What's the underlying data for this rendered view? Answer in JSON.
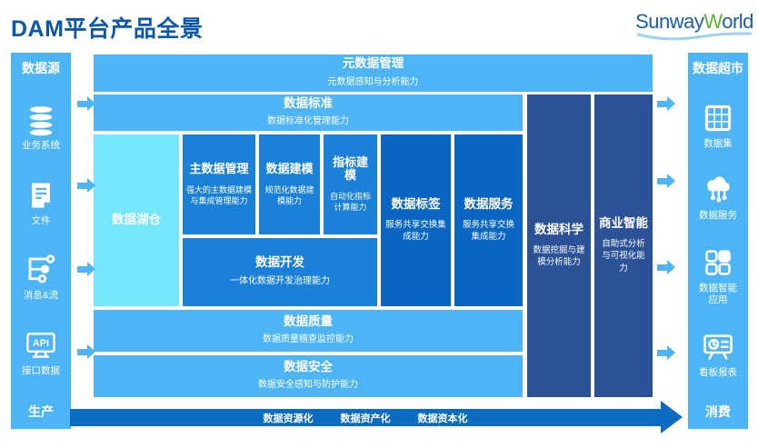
{
  "colors": {
    "light_blue": "#4db4f6",
    "cyan": "#74e7fb",
    "medium_blue": "#1a80d8",
    "deep_blue": "#0a66c2",
    "navy_blue": "#2b5197",
    "arrow_blue": "#0b6cc1",
    "title_blue": "#0a58ad",
    "logo_blue": "#1b5fa8",
    "logo_green": "#58b432"
  },
  "header": {
    "title": "DAM平台产品全景",
    "logo": {
      "blue1": "Sunway",
      "green": "W",
      "blue2": "orld"
    }
  },
  "left_sidebar": {
    "title": "数据源",
    "footer": "生产",
    "items": [
      {
        "icon": "database-icon",
        "label": "业务系统"
      },
      {
        "icon": "file-icon",
        "label": "文件"
      },
      {
        "icon": "stream-icon",
        "label": "消息&流"
      },
      {
        "icon": "api-monitor-icon",
        "label": "接口数据"
      }
    ]
  },
  "right_sidebar": {
    "title": "数据超市",
    "footer": "消费",
    "items": [
      {
        "icon": "dataset-grid-icon",
        "label": "数据集"
      },
      {
        "icon": "cloud-network-icon",
        "label": "数据服务"
      },
      {
        "icon": "app-squares-icon",
        "label": "数据智能应用"
      },
      {
        "icon": "dashboard-board-icon",
        "label": "看板报表"
      }
    ]
  },
  "blocks": {
    "metadata_management": {
      "title": "元数据管理",
      "subtitle": "元数据感知与分析能力"
    },
    "data_standard": {
      "title": "数据标准",
      "subtitle": "数据标准化管理能力"
    },
    "data_lakehouse": {
      "title": "数据湖仓"
    },
    "master_data_management": {
      "title": "主数据管理",
      "subtitle": "强大的主数据建模与集成管理能力"
    },
    "data_modeling": {
      "title": "数据建模",
      "subtitle": "规范化数据建模能力"
    },
    "indicator_modeling": {
      "title": "指标建模",
      "subtitle": "自动化指标计算能力"
    },
    "data_development": {
      "title": "数据开发",
      "subtitle": "一体化数据开发治理能力"
    },
    "data_tag": {
      "title": "数据标签",
      "subtitle": "服务共享交换集成能力"
    },
    "data_service": {
      "title": "数据服务",
      "subtitle": "服务共享交换集成能力"
    },
    "data_science": {
      "title": "数据科学",
      "subtitle": "数据挖掘与建模分析能力"
    },
    "business_intelligence": {
      "title": "商业智能",
      "subtitle": "自助式分析与可视化能力"
    },
    "data_quality": {
      "title": "数据质量",
      "subtitle": "数据质量稽查监控能力"
    },
    "data_security": {
      "title": "数据安全",
      "subtitle": "数据安全感知与防护能力"
    }
  },
  "bottom_arrow": {
    "labels": [
      "数据资源化",
      "数据资产化",
      "数据资本化"
    ]
  }
}
